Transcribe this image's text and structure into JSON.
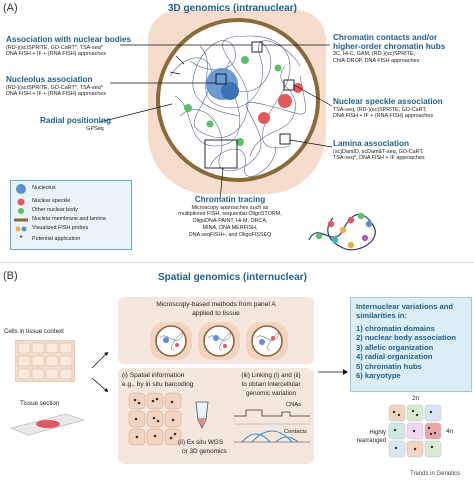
{
  "panel_a": {
    "letter": "(A)",
    "title": "3D genomics (intranuclear)",
    "labels": {
      "nuclear_bodies": {
        "title": "Association with nuclear bodies",
        "line1": "(RD-)(sc)SPRITE, GO-CaRT*, TSA-seq*",
        "line2": "DNA FISH + IF + (RNA FISH) approaches"
      },
      "nucleolus": {
        "title": "Nucleolus association",
        "line1": "(RD-)(sc)SPRITE, GO-CaRT*, TSA-seq*",
        "line2": "DNA FISH + IF + (RNA FISH) approaches"
      },
      "radial": {
        "title": "Radial positioning",
        "line1": "GPSeq"
      },
      "contacts": {
        "title1": "Chromatin contacts and/or",
        "title2": "higher-order chromatin hubs",
        "line1": "3C, Hi-C, GAM, (RD-)(sc)SPRITE,",
        "line2": "ChIA-DROP, DNA FISH approaches"
      },
      "speckle": {
        "title": "Nuclear speckle association",
        "line1": "TSA-seq, (RD-)(sc)SPRITE, GO-CaRT,",
        "line2": "DNA FISH + IF + (RNA FISH) approaches"
      },
      "lamina": {
        "title": "Lamina association",
        "line1": "(sc)DamID, scDam&T-seq, GO-CaRT,",
        "line2": "TSA-seq*, DNA FISH + IF approaches"
      },
      "tracing": {
        "title": "Chromatin tracing",
        "line1": "Microscopy approaches such as",
        "line2": "multiplexed FISH, sequential OligoSTORM,",
        "line3": "OligoDNA-PAINT, Hi-M, ORCA,",
        "line4": "MINA, DNA MERFISH,",
        "line5": "DNA seqFISH+, and OligoFISSEQ"
      }
    },
    "legend": [
      {
        "label": "Nucleolus",
        "color": "#5b8fd0"
      },
      {
        "label": "Nuclear speckle",
        "color": "#e4585c"
      },
      {
        "label": "Other nuclear body",
        "color": "#5cbf6e"
      },
      {
        "label": "Nuclear membrane and lamina",
        "color": "#8a6a3a"
      },
      {
        "label": "Visualized FISH probes",
        "color": "#e9b23c"
      },
      {
        "label": "Potential application",
        "color": "#111111"
      }
    ]
  },
  "panel_b": {
    "letter": "(B)",
    "title": "Spatial genomics (internuclear)",
    "cells_label": "Cells in tissue context",
    "tissue_label": "Tissue section",
    "microscopy_label1": "Microscopy-based methods from panel A",
    "microscopy_label2": "applied to tissue",
    "spatial_info1": "(i) Spatial information",
    "spatial_info2": "e.g., by in situ barcoding",
    "exsitu1": "(ii) Ex situ WGS",
    "exsitu2": "or 3D genomics",
    "linking1": "(iii) Linking (i) and (ii)",
    "linking2": "to obtain intercellular",
    "linking3": "genomic variation",
    "cnas": "CNAs",
    "contacts": "Contacts",
    "right_box": {
      "title1": "Internuclear variations and",
      "title2": "similarities in:",
      "items": [
        "1) chromatin domains",
        "2) nuclear body association",
        "3) allelic organization",
        "4) radial organization",
        "5) chromatin hubs",
        "6) karyotype"
      ]
    },
    "n2": "2n",
    "n4": "4n",
    "rearr1": "Highly",
    "rearr2": "rearranged"
  },
  "footer": "Trends in Genetics"
}
